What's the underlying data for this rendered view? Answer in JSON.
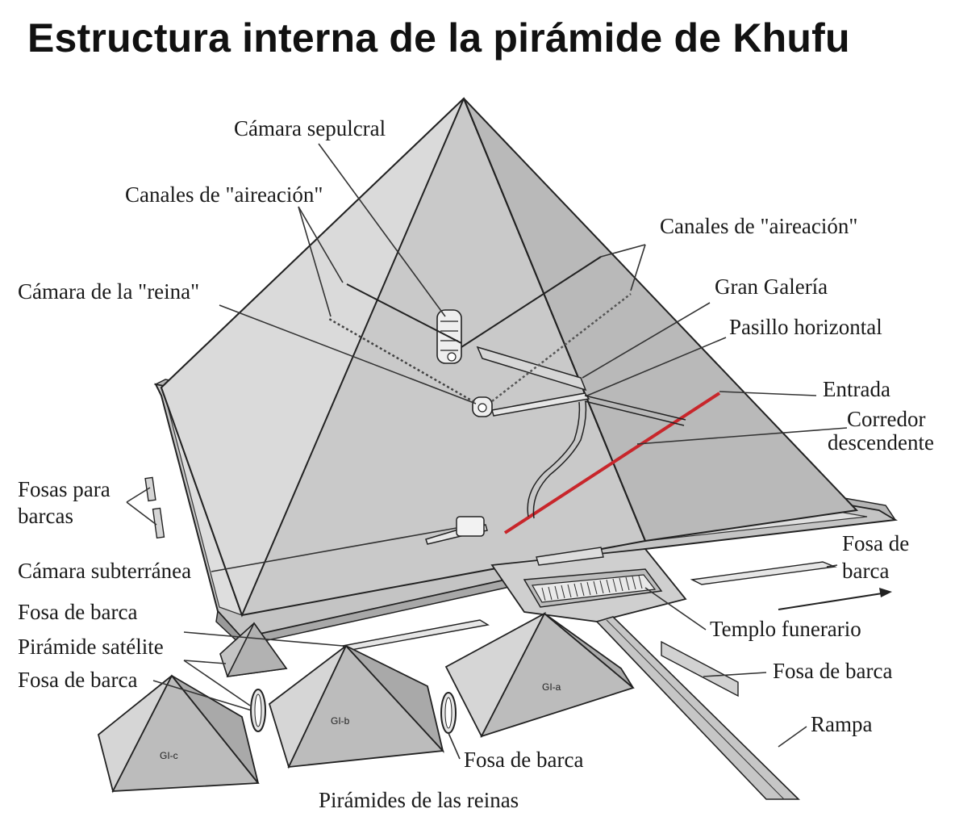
{
  "title": "Estructura interna de la pirámide de Khufu",
  "labels": {
    "camara_sepulcral": "Cámara sepulcral",
    "canales_izq": "Canales de \"aireación\"",
    "canales_der": "Canales de \"aireación\"",
    "camara_reina": "Cámara de la \"reina\"",
    "gran_galeria": "Gran Galería",
    "pasillo_horizontal": "Pasillo horizontal",
    "entrada": "Entrada",
    "corredor_1": "Corredor",
    "corredor_2": "descendente",
    "fosas_para_1": "Fosas para",
    "fosas_para_2": "barcas",
    "camara_subterranea": "Cámara subterránea",
    "fosa_barca_der_1": "Fosa de",
    "fosa_barca_der_2": "barca",
    "fosa_barca_izq": "Fosa de barca",
    "piramide_satelite": "Pirámide satélite",
    "fosa_barca_izq2": "Fosa de barca",
    "templo_funerario": "Templo funerario",
    "fosa_barca_rampa": "Fosa de barca",
    "rampa": "Rampa",
    "fosa_barca_centro": "Fosa de barca",
    "piramides_reinas": "Pirámides de las reinas",
    "gi_a": "GI-a",
    "gi_b": "GI-b",
    "gi_c": "GI-c"
  },
  "colors": {
    "corridor_highlight": "#c8262b",
    "pyramid_light": "#cfcfcf",
    "pyramid_dark": "#a9a9a9",
    "enclosure": "#bdbdbd"
  }
}
